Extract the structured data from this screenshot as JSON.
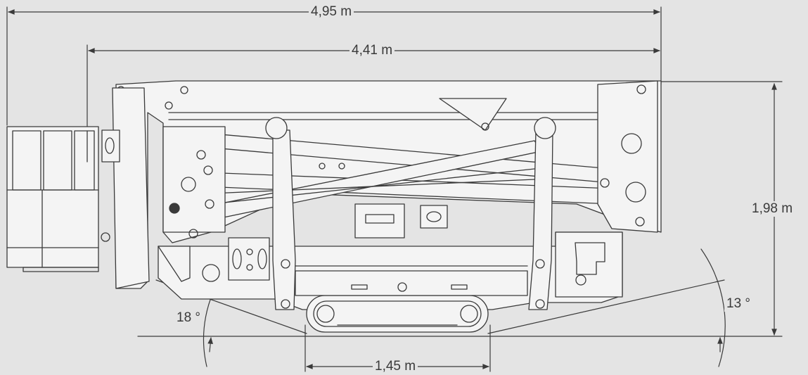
{
  "diagram": {
    "dimensions": {
      "total_length": "4,95 m",
      "transport_length": "4,41 m",
      "height": "1,98 m",
      "track_width": "1,45 m",
      "front_angle": "18 °",
      "rear_angle": "13 °"
    },
    "colors": {
      "background": "#e4e4e4",
      "line": "#3a3a3a",
      "machine_fill": "#f4f4f4"
    }
  }
}
